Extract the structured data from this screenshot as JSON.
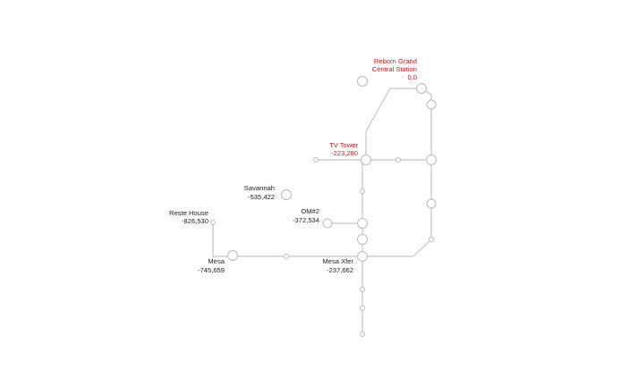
{
  "colors": {
    "line": "#c4c4c4",
    "node_stroke": "#b9b9b9",
    "label_default": "#222222",
    "label_highlight": "#d11a1a"
  },
  "stations": {
    "reborn_grand": {
      "name_line1": "Reborn Grand",
      "name_line2": "Central Station",
      "coords": "0,0",
      "highlight": true
    },
    "tv_tower": {
      "name": "TV Tower",
      "coords": "-223,280",
      "highlight": true
    },
    "savannah": {
      "name": "Savannah",
      "coords": "-535,422"
    },
    "om2": {
      "name": "OM#2",
      "coords": "-372,534"
    },
    "reste_house": {
      "name": "Reste House",
      "coords": "-826,530"
    },
    "mesa": {
      "name": "Mesa",
      "coords": "-745,659"
    },
    "mesa_xfer": {
      "name": "Mesa Xfer",
      "coords": "-237,662"
    }
  }
}
